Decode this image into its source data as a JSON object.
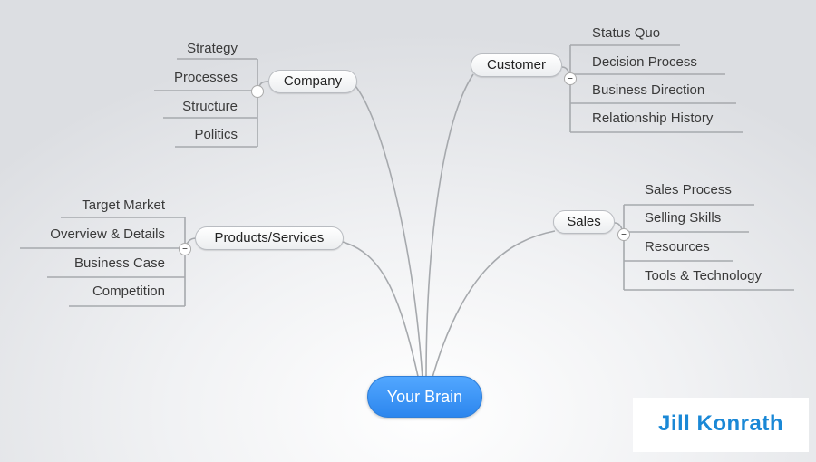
{
  "central_topic": "Your Brain",
  "collapse_symbol": "–",
  "branches": [
    {
      "id": "company",
      "label": "Company",
      "children": [
        "Strategy",
        "Processes",
        "Structure",
        "Politics"
      ]
    },
    {
      "id": "customer",
      "label": "Customer",
      "children": [
        "Status Quo",
        "Decision Process",
        "Business Direction",
        "Relationship History"
      ]
    },
    {
      "id": "products",
      "label": "Products/Services",
      "children": [
        "Target Market",
        "Overview & Details",
        "Business Case",
        "Competition"
      ]
    },
    {
      "id": "sales",
      "label": "Sales",
      "children": [
        "Sales Process",
        "Selling Skills",
        "Resources",
        "Tools & Technology"
      ]
    }
  ],
  "logo_text": "Jill Konrath",
  "colors": {
    "central_fill": "#3a95f7",
    "line": "#a6a9ad",
    "logo_text": "#1a88d6"
  }
}
